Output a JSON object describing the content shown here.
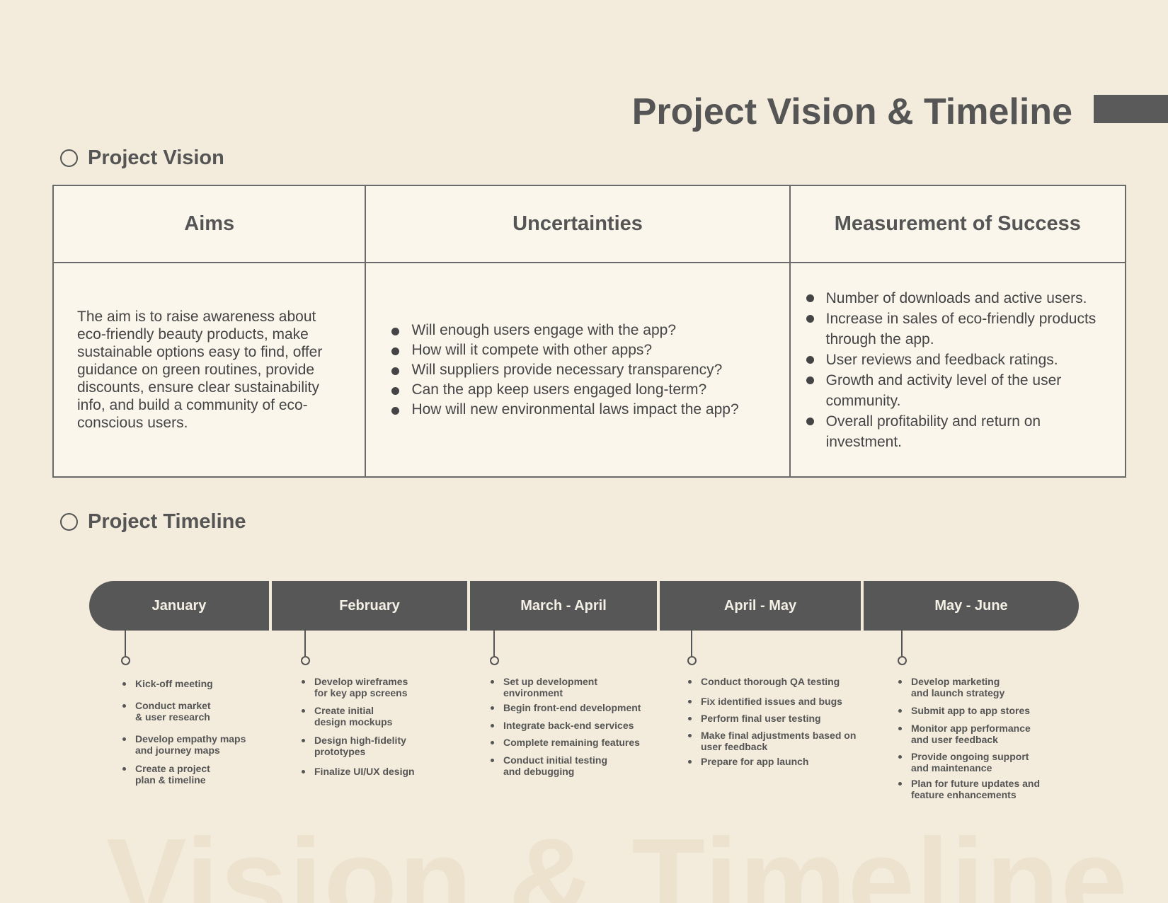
{
  "title": "Project Vision & Timeline",
  "watermark": "Vision & Timeline",
  "vision": {
    "heading": "Project Vision",
    "columns": {
      "aims": "Aims",
      "uncertainties": "Uncertainties",
      "success": "Measurement of Success"
    },
    "aims_text": "The aim is to raise awareness about eco-friendly beauty products, make sustainable options easy to find, offer guidance on green routines, provide discounts, ensure clear sustainability info, and build a community of eco-conscious users.",
    "uncertainties": [
      "Will enough users engage with the app?",
      "How will it compete with other apps?",
      "Will suppliers provide necessary transparency?",
      "Can the app keep users engaged long-term?",
      "How will new environmental laws impact the app?"
    ],
    "success": [
      "Number of downloads and active users.",
      "Increase in sales of eco-friendly products through the app.",
      "User reviews and feedback ratings.",
      "Growth and activity level of the user community.",
      "Overall profitability and return on investment."
    ]
  },
  "timeline": {
    "heading": "Project Timeline",
    "phases": [
      {
        "label": "January",
        "tasks": [
          "Kick-off meeting",
          "Conduct market & user research",
          "Develop empathy maps and journey maps",
          "Create a project plan & timeline"
        ]
      },
      {
        "label": "February",
        "tasks": [
          "Develop wireframes for key app screens",
          "Create initial design mockups",
          "Design high-fidelity prototypes",
          "Finalize UI/UX design"
        ]
      },
      {
        "label": "March - April",
        "tasks": [
          "Set up development environment",
          "Begin front-end development",
          "Integrate back-end services",
          "Complete remaining features",
          "Conduct initial testing and debugging"
        ]
      },
      {
        "label": "April - May",
        "tasks": [
          "Conduct thorough QA testing",
          "Fix identified issues and bugs",
          "Perform final user testing",
          "Make final adjustments based on user feedback",
          "Prepare for app launch"
        ]
      },
      {
        "label": "May - June",
        "tasks": [
          "Develop marketing and launch strategy",
          "Submit app to app stores",
          "Monitor app performance and user feedback",
          "Provide ongoing support and maintenance",
          "Plan for future updates and feature enhancements"
        ]
      }
    ]
  }
}
